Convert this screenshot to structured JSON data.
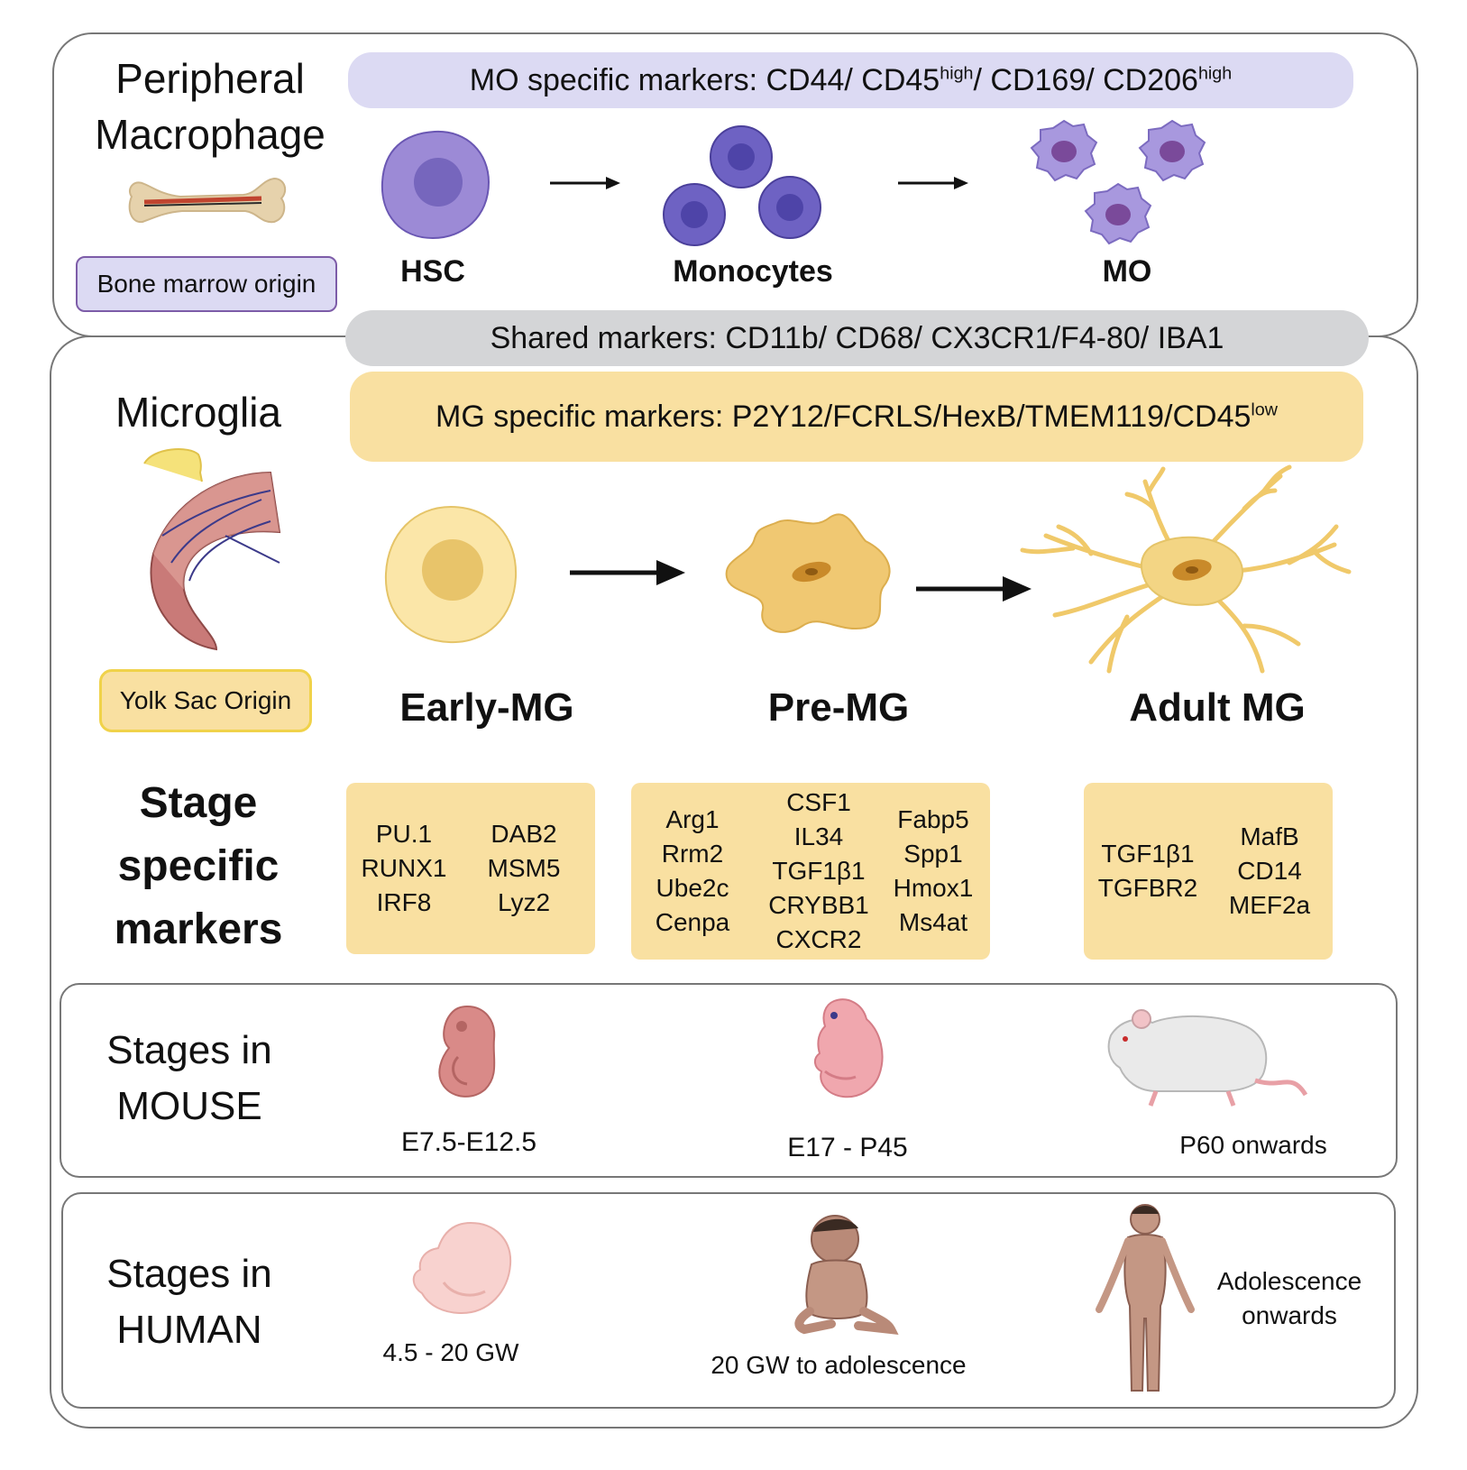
{
  "peripheral": {
    "title_line1": "Peripheral",
    "title_line2": "Macrophage",
    "origin": "Bone marrow origin",
    "mo_markers_prefix": "MO specific markers: CD44/ CD45",
    "mo_markers_sup1": "high",
    "mo_markers_mid": "/ CD169/ CD206",
    "mo_markers_sup2": "high",
    "cells": [
      "HSC",
      "Monocytes",
      "MO"
    ]
  },
  "shared_markers": "Shared markers: CD11b/ CD68/ CX3CR1/F4-80/ IBA1",
  "microglia": {
    "title": "Microglia",
    "origin": "Yolk Sac Origin",
    "mg_markers_prefix": "MG specific markers: P2Y12/FCRLS/HexB/TMEM119/CD45",
    "mg_markers_sup": "low",
    "stages": [
      "Early-MG",
      "Pre-MG",
      "Adult MG"
    ]
  },
  "stage_markers": {
    "title_lines": [
      "Stage",
      "specific",
      "markers"
    ],
    "early": [
      [
        "PU.1",
        "RUNX1",
        "IRF8"
      ],
      [
        "DAB2",
        "MSM5",
        "Lyz2"
      ]
    ],
    "pre": [
      [
        "Arg1",
        "Rrm2",
        "Ube2c",
        "Cenpa"
      ],
      [
        "CSF1",
        "IL34",
        "TGF1β1",
        "CRYBB1",
        "CXCR2"
      ],
      [
        "Fabp5",
        "Spp1",
        "Hmox1",
        "Ms4at"
      ]
    ],
    "adult": [
      [
        "TGF1β1",
        "TGFBR2"
      ],
      [
        "MafB",
        "CD14",
        "MEF2a"
      ]
    ]
  },
  "mouse": {
    "title_line1": "Stages in",
    "title_line2": "MOUSE",
    "stages": [
      "E7.5-E12.5",
      "E17 - P45",
      "P60 onwards"
    ]
  },
  "human": {
    "title_line1": "Stages in",
    "title_line2": "HUMAN",
    "stages": [
      "4.5  - 20 GW",
      "20 GW  to  adolescence"
    ],
    "stage3_line1": "Adolescence",
    "stage3_line2": "onwards"
  },
  "colors": {
    "mo_pill": "#dcdaf3",
    "shared_pill": "#d4d5d7",
    "mg_pill": "#f9e0a1",
    "bone_box": "#dcdaf3",
    "bone_box_border": "#7d5ca8",
    "yolk_box": "#f9e0a1",
    "yolk_box_border": "#f0d24a",
    "cell_purple": "#9c8ad6",
    "nucleus_purple": "#7666bd",
    "mg_cell": "#f3d584",
    "mg_nucleus": "#c98a2a"
  }
}
